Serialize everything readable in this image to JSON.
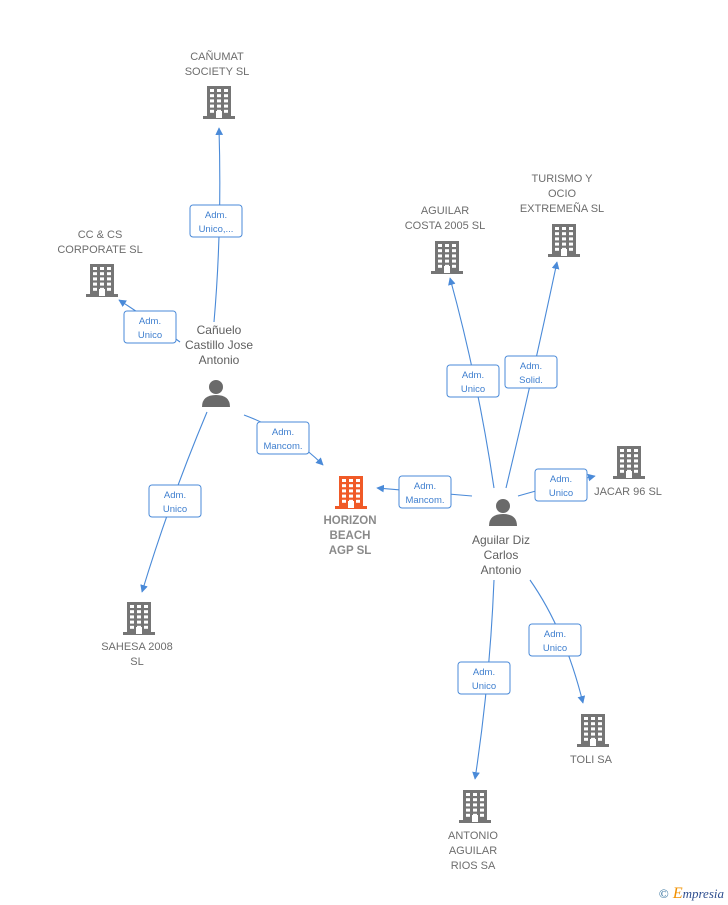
{
  "companies": [
    {
      "id": "canumat",
      "lines": [
        "CAÑUMAT",
        "SOCIETY  SL"
      ],
      "focus": false
    },
    {
      "id": "cccs",
      "lines": [
        "CC & CS",
        "CORPORATE  SL"
      ],
      "focus": false
    },
    {
      "id": "aguilar2005",
      "lines": [
        "AGUILAR",
        "COSTA 2005 SL"
      ],
      "focus": false
    },
    {
      "id": "turismo",
      "lines": [
        "TURISMO Y",
        "OCIO",
        "EXTREMEÑA SL"
      ],
      "focus": false
    },
    {
      "id": "jacar",
      "lines": [
        "JACAR 96  SL"
      ],
      "focus": false
    },
    {
      "id": "horizon",
      "lines": [
        "HORIZON",
        "BEACH",
        "AGP  SL"
      ],
      "focus": true
    },
    {
      "id": "sahesa",
      "lines": [
        "SAHESA 2008",
        "SL"
      ],
      "focus": false
    },
    {
      "id": "toli",
      "lines": [
        "TOLI SA"
      ],
      "focus": false
    },
    {
      "id": "antonio",
      "lines": [
        "ANTONIO",
        "AGUILAR",
        "RIOS SA"
      ],
      "focus": false
    }
  ],
  "persons": [
    {
      "id": "canuelo",
      "lines": [
        "Cañuelo",
        "Castillo Jose",
        "Antonio"
      ]
    },
    {
      "id": "aguilardiz",
      "lines": [
        "Aguilar Diz",
        "Carlos",
        "Antonio"
      ]
    }
  ],
  "relations": [
    {
      "from": "canuelo",
      "to": "canumat",
      "lines": [
        "Adm.",
        "Unico,..."
      ]
    },
    {
      "from": "canuelo",
      "to": "cccs",
      "lines": [
        "Adm.",
        "Unico"
      ]
    },
    {
      "from": "canuelo",
      "to": "horizon",
      "lines": [
        "Adm.",
        "Mancom."
      ]
    },
    {
      "from": "canuelo",
      "to": "sahesa",
      "lines": [
        "Adm.",
        "Unico"
      ]
    },
    {
      "from": "aguilardiz",
      "to": "aguilar2005",
      "lines": [
        "Adm.",
        "Unico"
      ]
    },
    {
      "from": "aguilardiz",
      "to": "turismo",
      "lines": [
        "Adm.",
        "Solid."
      ]
    },
    {
      "from": "aguilardiz",
      "to": "jacar",
      "lines": [
        "Adm.",
        "Unico"
      ]
    },
    {
      "from": "aguilardiz",
      "to": "horizon",
      "lines": [
        "Adm.",
        "Mancom."
      ]
    },
    {
      "from": "aguilardiz",
      "to": "toli",
      "lines": [
        "Adm.",
        "Unico"
      ]
    },
    {
      "from": "aguilardiz",
      "to": "antonio",
      "lines": [
        "Adm.",
        "Unico"
      ]
    }
  ],
  "brand": {
    "copyright": "©",
    "initial": "E",
    "rest": "mpresia"
  }
}
